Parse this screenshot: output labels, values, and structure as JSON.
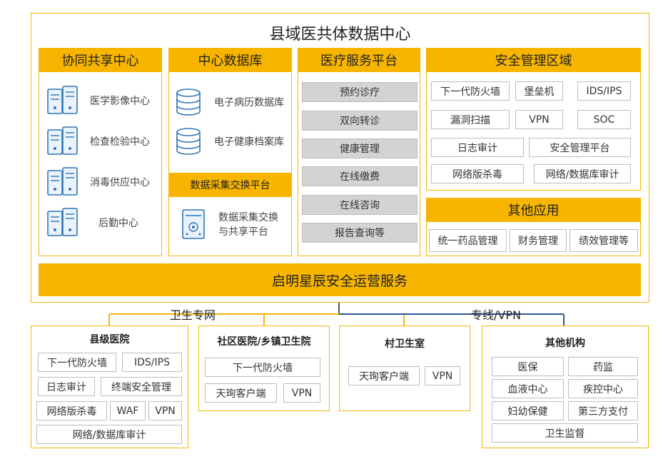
{
  "title": "县域医共体数据中心",
  "sections": {
    "collab": {
      "title": "协同共享中心",
      "items": [
        "医学影像中心",
        "检查检验中心",
        "消毒供应中心",
        "后勤中心"
      ]
    },
    "database": {
      "title": "中心数据库",
      "items": [
        "电子病历数据库",
        "电子健康档案库"
      ],
      "sub_title": "数据采集交换平台",
      "sub_item": "数据采集交换与共享平台",
      "sub_item_lines": [
        "数据采集交换",
        "与共享平台"
      ]
    },
    "medical": {
      "title": "医疗服务平台",
      "items": [
        "预约诊疗",
        "双向转诊",
        "健康管理",
        "在线缴费",
        "在线咨询",
        "报告查询等"
      ]
    },
    "security": {
      "title": "安全管理区域",
      "row1": [
        "下一代防火墙",
        "堡垒机",
        "IDS/IPS"
      ],
      "row2": [
        "漏洞扫描",
        "VPN",
        "SOC"
      ],
      "row3": [
        "日志审计",
        "安全管理平台"
      ],
      "row4": [
        "网络版杀毒",
        "网络/数据库审计"
      ]
    },
    "other_apps": {
      "title": "其他应用",
      "items": [
        "统一药品管理",
        "财务管理",
        "绩效管理等"
      ]
    }
  },
  "service_bar": "启明星辰安全运营服务",
  "network": {
    "health_net": "卫生专网",
    "line_vpn": "专线/VPN",
    "colors": {
      "gold": "#f2b705",
      "dark": "#555555",
      "blue": "#2f5597"
    }
  },
  "orgs": {
    "county": {
      "title": "县级医院",
      "items": [
        "下一代防火墙",
        "IDS/IPS",
        "日志审计",
        "终端安全管理",
        "网络版杀毒",
        "WAF",
        "VPN",
        "网络/数据库审计"
      ]
    },
    "community": {
      "title": "社区医院/乡镇卫生院",
      "items": [
        "下一代防火墙",
        "天珣客户端",
        "VPN"
      ]
    },
    "village": {
      "title": "村卫生室",
      "items": [
        "天珣客户端",
        "VPN"
      ]
    },
    "others": {
      "title": "其他机构",
      "items": [
        "医保",
        "药监",
        "血液中心",
        "疾控中心",
        "妇幼保健",
        "第三方支付",
        "卫生监督"
      ]
    }
  },
  "icons": {
    "server": "server-icon",
    "database": "database-icon",
    "exchange": "exchange-server-icon"
  }
}
